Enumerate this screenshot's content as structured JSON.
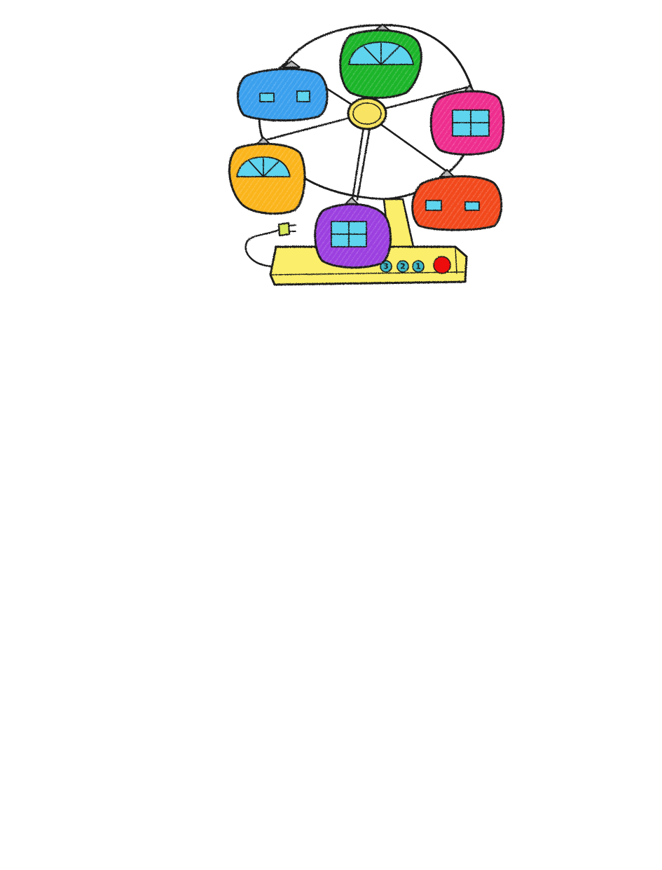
{
  "image": {
    "subject": "ferris-wheel-toy",
    "style": "crayon-drawing"
  },
  "control_panel": {
    "buttons": [
      {
        "label": "3",
        "color": "#3fb8c6"
      },
      {
        "label": "2",
        "color": "#3fb8c6"
      },
      {
        "label": "1",
        "color": "#3fb8c6"
      }
    ],
    "power_button_color": "#ee1111"
  },
  "colors": {
    "background": "#ffffff",
    "outline": "#1a1a1a",
    "frame_yellow": "#fbee6a",
    "hub_yellow": "#f8e462",
    "window_cyan": "#5fd4ee",
    "plug_green": "#d8e85c",
    "cabin_blue": "#3aa0ee",
    "cabin_green": "#1fb52c",
    "cabin_pink": "#ee2d8e",
    "cabin_orange_yellow": "#fbb51c",
    "cabin_red_orange": "#f24a1f",
    "cabin_purple": "#9c3fe0"
  },
  "cabins": [
    {
      "name": "blue",
      "color": "#3aa0ee"
    },
    {
      "name": "green",
      "color": "#1fb52c"
    },
    {
      "name": "pink",
      "color": "#ee2d8e"
    },
    {
      "name": "orange-yellow",
      "color": "#fbb51c"
    },
    {
      "name": "red-orange",
      "color": "#f24a1f"
    },
    {
      "name": "purple",
      "color": "#9c3fe0"
    }
  ]
}
